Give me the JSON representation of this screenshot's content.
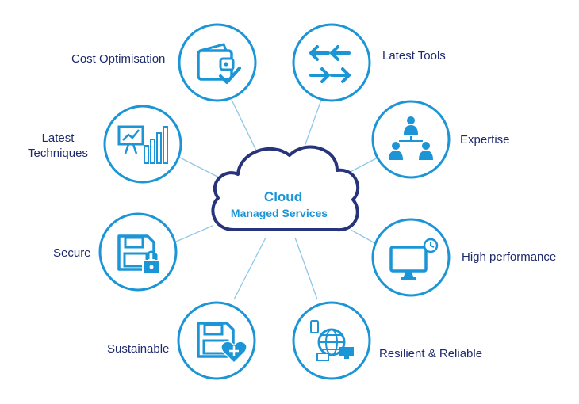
{
  "center": {
    "title": "Cloud",
    "subtitle": "Managed Services"
  },
  "colors": {
    "primary_blue": "#1b95d6",
    "circle_stroke": "#1b95d6",
    "cloud_stroke": "#27337a",
    "label_text": "#1e2a6e",
    "connector": "#8fc7e8"
  },
  "nodes": [
    {
      "id": "cost",
      "label": "Cost Optimisation",
      "icon": "wallet-check-icon"
    },
    {
      "id": "tools",
      "label": "Latest Tools",
      "icon": "arrows-exchange-icon"
    },
    {
      "id": "techniques",
      "label_line1": "Latest",
      "label_line2": "Techniques",
      "icon": "presentation-chart-icon"
    },
    {
      "id": "expertise",
      "label": "Expertise",
      "icon": "team-hierarchy-icon"
    },
    {
      "id": "secure",
      "label": "Secure",
      "icon": "floppy-lock-icon"
    },
    {
      "id": "performance",
      "label": "High performance",
      "icon": "monitor-clock-icon"
    },
    {
      "id": "sustainable",
      "label": "Sustainable",
      "icon": "floppy-heart-icon"
    },
    {
      "id": "resilient",
      "label": "Resilient & Reliable",
      "icon": "globe-devices-icon"
    }
  ]
}
